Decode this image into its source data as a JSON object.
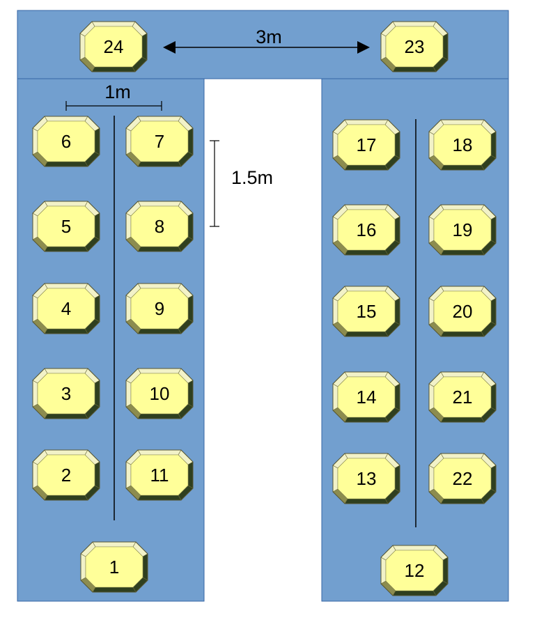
{
  "colors": {
    "floor": "#729fcf",
    "floor_border": "#3465a4",
    "post_face": "#ffff99",
    "post_light": "#f2f2c8",
    "post_dark": "#2f3f1f",
    "post_mid": "#8c8c4f",
    "line": "#000000"
  },
  "dimensions": {
    "horizontal_span": "3m",
    "post_spacing_x": "1m",
    "post_spacing_y": "1.5m"
  },
  "posts": [
    {
      "id": "24",
      "label": "24"
    },
    {
      "id": "23",
      "label": "23"
    },
    {
      "id": "6",
      "label": "6"
    },
    {
      "id": "7",
      "label": "7"
    },
    {
      "id": "5",
      "label": "5"
    },
    {
      "id": "8",
      "label": "8"
    },
    {
      "id": "4",
      "label": "4"
    },
    {
      "id": "9",
      "label": "9"
    },
    {
      "id": "3",
      "label": "3"
    },
    {
      "id": "10",
      "label": "10"
    },
    {
      "id": "2",
      "label": "2"
    },
    {
      "id": "11",
      "label": "11"
    },
    {
      "id": "1",
      "label": "1"
    },
    {
      "id": "17",
      "label": "17"
    },
    {
      "id": "18",
      "label": "18"
    },
    {
      "id": "16",
      "label": "16"
    },
    {
      "id": "19",
      "label": "19"
    },
    {
      "id": "15",
      "label": "15"
    },
    {
      "id": "20",
      "label": "20"
    },
    {
      "id": "14",
      "label": "14"
    },
    {
      "id": "21",
      "label": "21"
    },
    {
      "id": "13",
      "label": "13"
    },
    {
      "id": "22",
      "label": "22"
    },
    {
      "id": "12",
      "label": "12"
    }
  ]
}
